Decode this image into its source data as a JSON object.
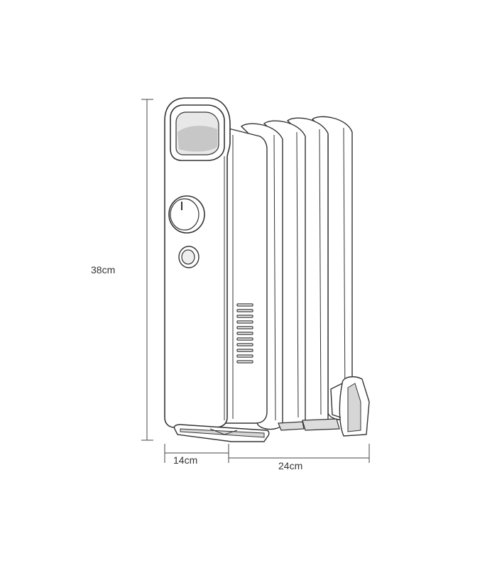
{
  "dimensions": {
    "height_label": "38cm",
    "depth_label": "14cm",
    "width_label": "24cm"
  },
  "colors": {
    "line": "#333333",
    "dim_line": "#444444",
    "body_fill": "#ffffff",
    "shadow_fill": "#dcdcdc",
    "dark_fill": "#8a8a8a"
  }
}
